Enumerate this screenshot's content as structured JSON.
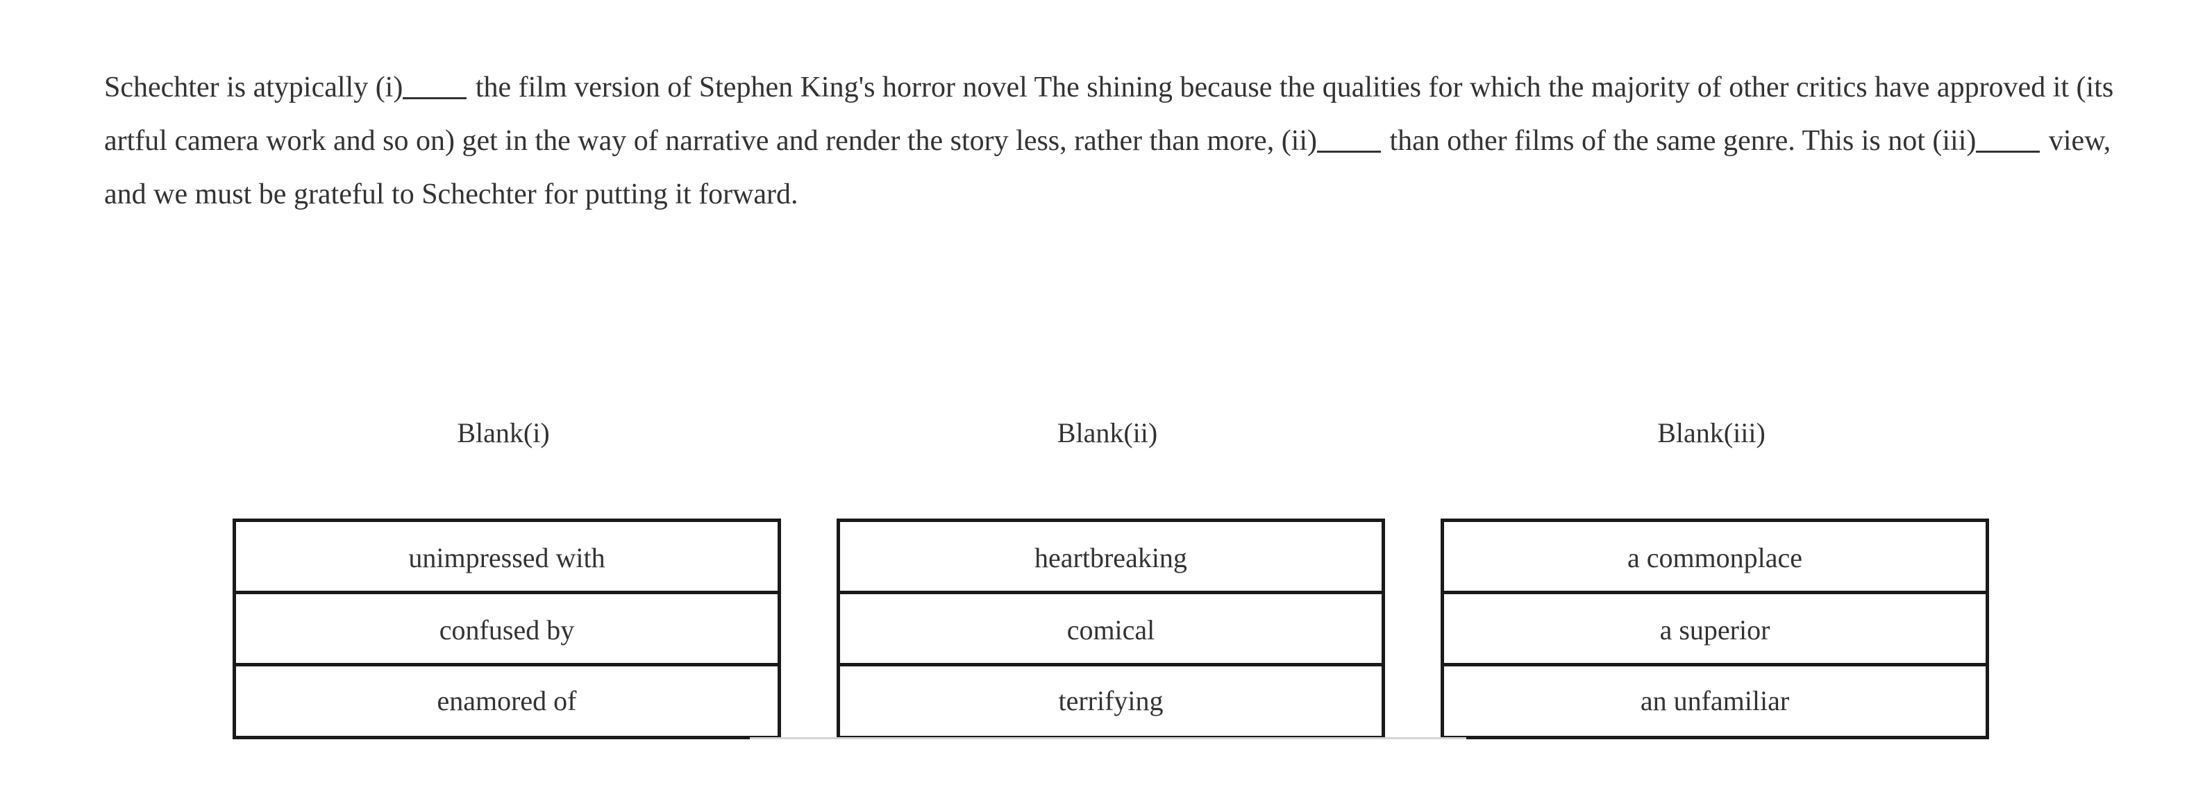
{
  "passage": {
    "segments": [
      {
        "type": "text",
        "value": "Schechter is atypically (i)"
      },
      {
        "type": "blank",
        "value": "_____"
      },
      {
        "type": "text",
        "value": " the film version of Stephen King's horror novel The shining because the qualities for which the majority of other critics have approved it (its artful camera work and so on) get in the way of narrative and render the story less, rather than more, (ii)"
      },
      {
        "type": "blank",
        "value": "_____"
      },
      {
        "type": "text",
        "value": " than other films of the same genre. This is not (iii)"
      },
      {
        "type": "blank",
        "value": "_____"
      },
      {
        "type": "text",
        "value": " view, and we must be grateful to Schechter for putting it forward."
      }
    ],
    "full_text": "Schechter is atypically (i)_____ the film version of Stephen King's horror novel The shining because the qualities for which the majority of other critics have approved it (its artful camera work and so on) get in the way of narrative and render the story less, rather than more, (ii)_____ than other films of the same genre. This is not (iii)_____ view, and we must be grateful to Schechter for putting it forward."
  },
  "blanks": [
    {
      "header": "Blank(i)",
      "options": [
        "unimpressed with",
        "confused by",
        "enamored of"
      ]
    },
    {
      "header": "Blank(ii)",
      "options": [
        "heartbreaking",
        "comical",
        "terrifying"
      ]
    },
    {
      "header": "Blank(iii)",
      "options": [
        "a commonplace",
        "a superior",
        "an unfamiliar"
      ]
    }
  ],
  "colors": {
    "text": "#333333",
    "border": "#1a1a1a",
    "background": "#ffffff",
    "faint_rule": "#d5d5d5"
  }
}
